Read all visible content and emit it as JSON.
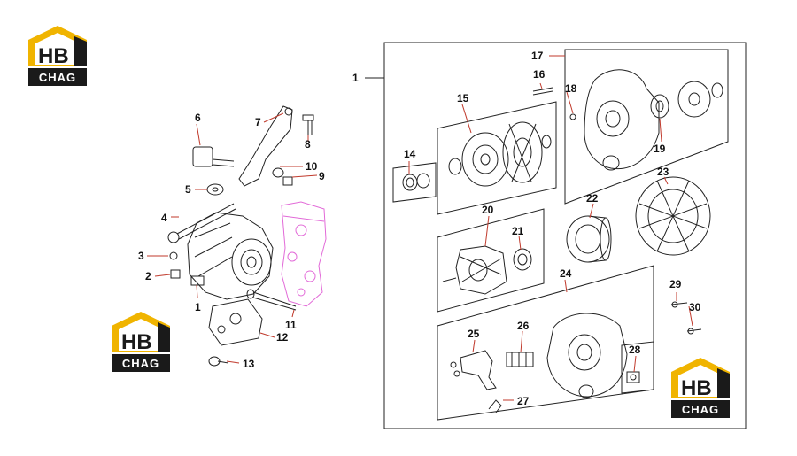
{
  "logo": {
    "main_text": "HB",
    "sub_text": "CHAG"
  },
  "colors": {
    "accent": "#f0b400",
    "logo_dark": "#1a1a1a",
    "line": "#222222",
    "leader": "#c0392b",
    "pink": "#e26ad8"
  },
  "callouts": [
    "1",
    "2",
    "3",
    "4",
    "5",
    "6",
    "7",
    "8",
    "9",
    "10",
    "11",
    "12",
    "13",
    "14",
    "15",
    "16",
    "17",
    "18",
    "19",
    "20",
    "21",
    "22",
    "23",
    "24",
    "25",
    "26",
    "27",
    "28",
    "29",
    "30"
  ]
}
